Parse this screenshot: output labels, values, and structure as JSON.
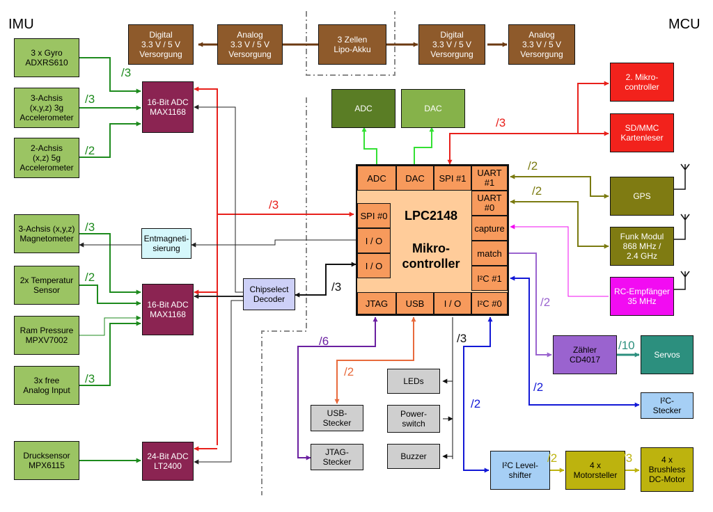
{
  "titles": {
    "imu": "IMU",
    "mcu": "MCU"
  },
  "power": {
    "digital_left": "Digital\n3.3 V / 5 V\nVersorgung",
    "analog_left": "Analog\n3.3 V / 5 V\nVersorgung",
    "battery": "3 Zellen\nLipo-Akku",
    "digital_right": "Digital\n3.3 V / 5 V\nVersorgung",
    "analog_right": "Analog\n3.3 V / 5 V\nVersorgung"
  },
  "sensors": {
    "gyro": "3 x Gyro\nADXRS610",
    "acc3": "3-Achsis\n(x,y,z) 3g\nAccelerometer",
    "acc2": "2-Achsis\n(x,z) 5g\nAccelerometer",
    "mag": "3-Achsis (x,y,z)\nMagnetometer",
    "temp": "2x Temperatur\nSensor",
    "ram": "Ram Pressure\nMPXV7002",
    "analog": "3x free\nAnalog Input",
    "druck": "Drucksensor\nMPX6115"
  },
  "adc": {
    "adc1": "16-Bit ADC\nMAX1168",
    "adc2": "16-Bit ADC\nMAX1168",
    "adc3": "24-Bit ADC\nLT2400"
  },
  "misc": {
    "entmag": "Entmagneti-\nsierung",
    "chipselect": "Chipselect\nDecoder",
    "adc_box": "ADC",
    "dac_box": "DAC"
  },
  "mcu": {
    "name": "LPC2148",
    "subtitle": "Mikro-\ncontroller",
    "cells": {
      "adc": "ADC",
      "dac": "DAC",
      "spi1": "SPI #1",
      "uart1": "UART\n#1",
      "spi0": "SPI #0",
      "io1": "I / O",
      "io2": "I / O",
      "uart0": "UART\n#0",
      "capture": "capture",
      "match": "match",
      "i2c1": "I²C #1",
      "jtag": "JTAG",
      "usb": "USB",
      "io3": "I / O",
      "i2c0": "I²C #0"
    }
  },
  "peripherals": {
    "mikro2": "2. Mikro-\ncontroller",
    "sdmmc": "SD/MMC\nKartenleser",
    "gps": "GPS",
    "funk": "Funk Modul\n868 MHz /\n2.4 GHz",
    "rc": "RC-Empfänger\n35 MHz",
    "zaehler": "Zähler\nCD4017",
    "servos": "Servos",
    "i2c_stecker": "I²C-\nStecker",
    "leds": "LEDs",
    "power_switch": "Power-\nswitch",
    "buzzer": "Buzzer",
    "usb_stecker": "USB-\nStecker",
    "jtag_stecker": "JTAG-\nStecker",
    "level_shifter": "I²C Level-\nshifter",
    "motorsteller": "4 x\nMotorsteller",
    "bldc": "4 x\nBrushless\nDC-Motor"
  },
  "bus_labels": {
    "gyro": "/3",
    "acc3": "/3",
    "acc2": "/2",
    "mag": "/3",
    "temp": "/2",
    "analog": "/3",
    "spi0": "/3",
    "spi1": "/3",
    "cs": "/3",
    "jtag": "/6",
    "usb": "/2",
    "io3": "/3",
    "uart1": "/2",
    "uart0": "/2",
    "match": "/2",
    "i2c1": "/2",
    "servo": "/10",
    "i2c0": "/2",
    "ls_motor": "/2",
    "motor_bldc": "/3"
  },
  "colors": {
    "red": "#e8201b",
    "green": "#1d8a1d",
    "olive": "#7a7a10",
    "magenta": "#f20cf2",
    "purple": "#9a63cf",
    "blue": "#1218d6",
    "orange": "#e86a3c",
    "violet": "#6a1fa0",
    "teal": "#2c8f7e",
    "lime": "#33e033",
    "brown": "#6b3a12",
    "yellowline": "#bdb30e"
  }
}
